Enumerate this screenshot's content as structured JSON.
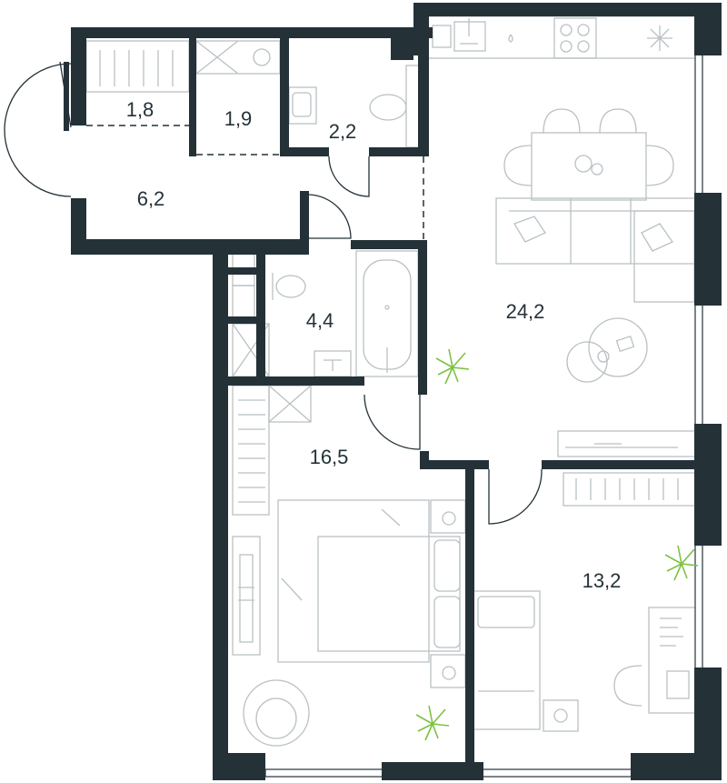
{
  "rooms": [
    {
      "id": "storage-left",
      "area": "1,8"
    },
    {
      "id": "laundry",
      "area": "1,9"
    },
    {
      "id": "wc",
      "area": "2,2"
    },
    {
      "id": "hallway",
      "area": "6,2"
    },
    {
      "id": "bathroom",
      "area": "4,4"
    },
    {
      "id": "living-kitchen",
      "area": "24,2"
    },
    {
      "id": "bedroom",
      "area": "16,5"
    },
    {
      "id": "kids-room",
      "area": "13,2"
    }
  ],
  "colors": {
    "wall": "#243238",
    "furniture": "#b9c1c4",
    "plant": "#7cc242",
    "background": "#ffffff"
  }
}
